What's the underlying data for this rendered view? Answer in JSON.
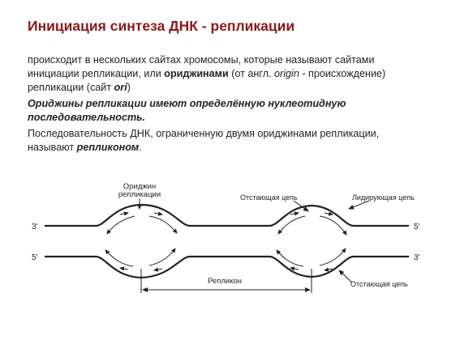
{
  "title": "Инициация синтеза ДНК - репликации",
  "paragraph1": {
    "line1": "происходит в нескольких сайтах хромосомы, которые называют сайтами",
    "line2_a": "инициации репликации, или ",
    "line2_b": "ориджинами",
    "line2_c": " (от англ. ",
    "line2_d": "origin",
    "line2_e": " - происхождение)",
    "line3_a": "репликации (сайт ",
    "line3_b": "ori",
    "line3_c": ")"
  },
  "paragraph2": {
    "line1": "Ориджины репликации имеют определённую нуклеотидную",
    "line2": "последовательность."
  },
  "paragraph3": {
    "line1": "Последовательность ДНК, ограниченную двумя ориджинами репликации,",
    "line2_a": "называют ",
    "line2_b": "репликоном",
    "line2_c": "."
  },
  "diagram": {
    "origin_label_1": "Ориджин",
    "origin_label_2": "репликации",
    "lagging_top": "Отстающая цепь",
    "leading": "Лидирующая цепь",
    "lagging_bottom": "Отстающая цепь",
    "replicon": "Репликон",
    "end_3_left": "3'",
    "end_5_left": "5'",
    "end_5_right": "5'",
    "end_3_right": "3'"
  }
}
